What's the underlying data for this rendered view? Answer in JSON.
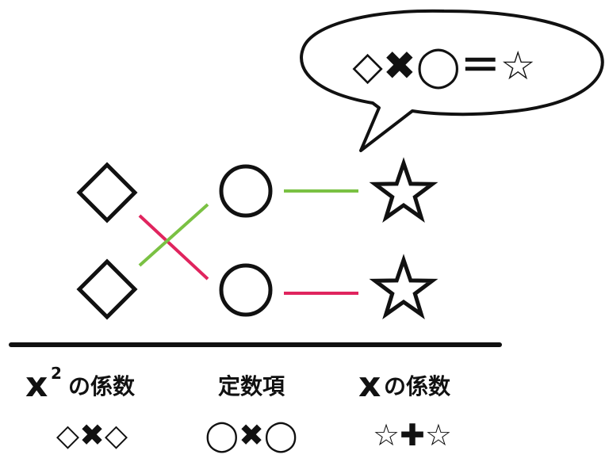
{
  "colors": {
    "stroke": "#111111",
    "green": "#7ac143",
    "pink": "#e0245e",
    "background": "#ffffff"
  },
  "bubble": {
    "equation": "◇✖◯＝☆"
  },
  "diagram": {
    "left_shapes": [
      "◇",
      "◇"
    ],
    "middle_shapes": [
      "◯",
      "◯"
    ],
    "right_shapes": [
      "☆",
      "☆"
    ]
  },
  "labels": {
    "x_squared": {
      "variable": "x",
      "superscript": "2",
      "suffix": "の係数",
      "formula": "◇✖◇"
    },
    "constant": {
      "title": "定数項",
      "formula": "◯✖◯"
    },
    "x_coef": {
      "variable": "x",
      "suffix": "の係数",
      "formula": "☆✚☆"
    }
  }
}
